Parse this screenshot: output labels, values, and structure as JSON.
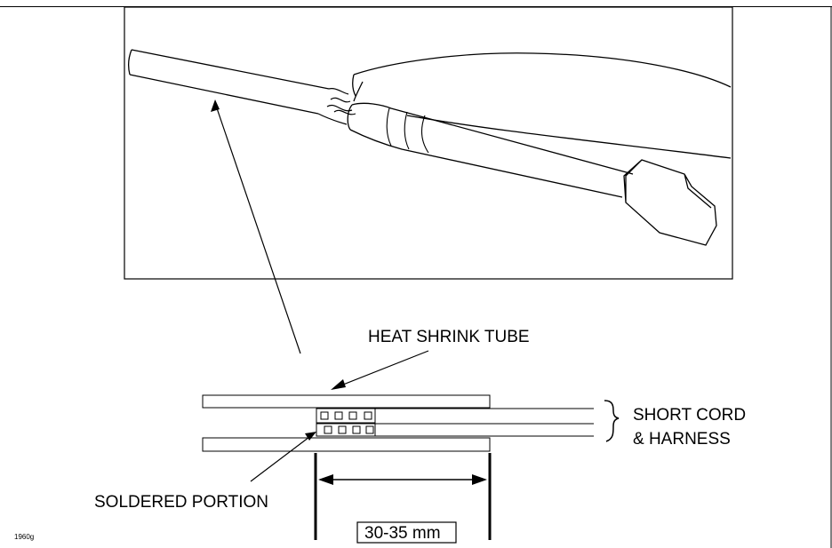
{
  "labels": {
    "heat_shrink_tube": "HEAT SHRINK TUBE",
    "short_cord_line1": "SHORT CORD",
    "short_cord_line2": "& HARNESS",
    "soldered_portion": "SOLDERED PORTION",
    "dimension": "30-35 mm",
    "figure_id": "1960g"
  }
}
